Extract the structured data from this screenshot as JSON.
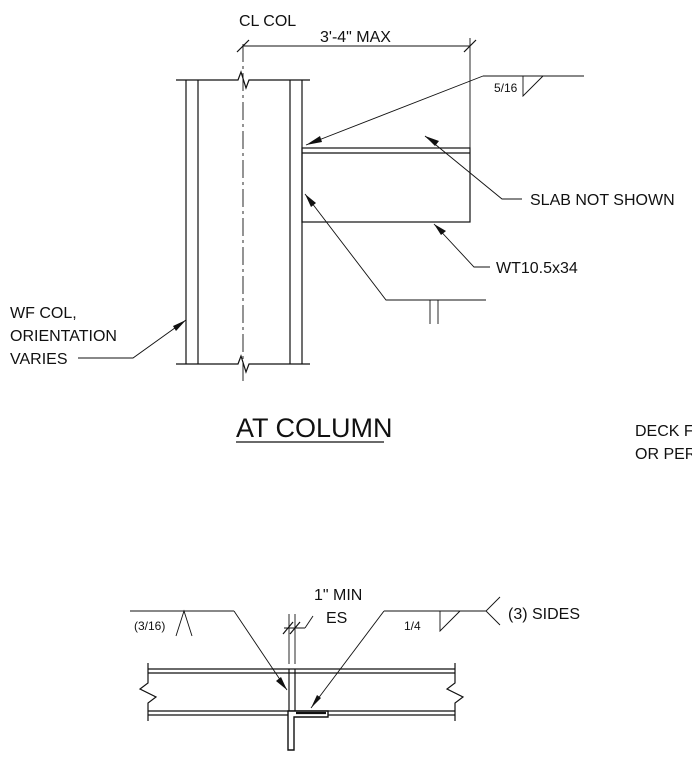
{
  "detail_top": {
    "cl_col": "CL COL",
    "dimension": "3'-4\" MAX",
    "weld_size": "5/16",
    "slab_note": "SLAB NOT SHOWN",
    "member": "WT10.5x34",
    "column_note_line1": "WF COL,",
    "column_note_line2": "ORIENTATION",
    "column_note_line3": "VARIES",
    "title": "AT COLUMN"
  },
  "detail_side": {
    "deck_line1": "DECK F",
    "deck_line2": "OR PER"
  },
  "detail_bottom": {
    "min_line1": "1\" MIN",
    "min_line2": "ES",
    "weld_left": "(3/16)",
    "weld_right": "1/4",
    "sides": "(3) SIDES"
  }
}
